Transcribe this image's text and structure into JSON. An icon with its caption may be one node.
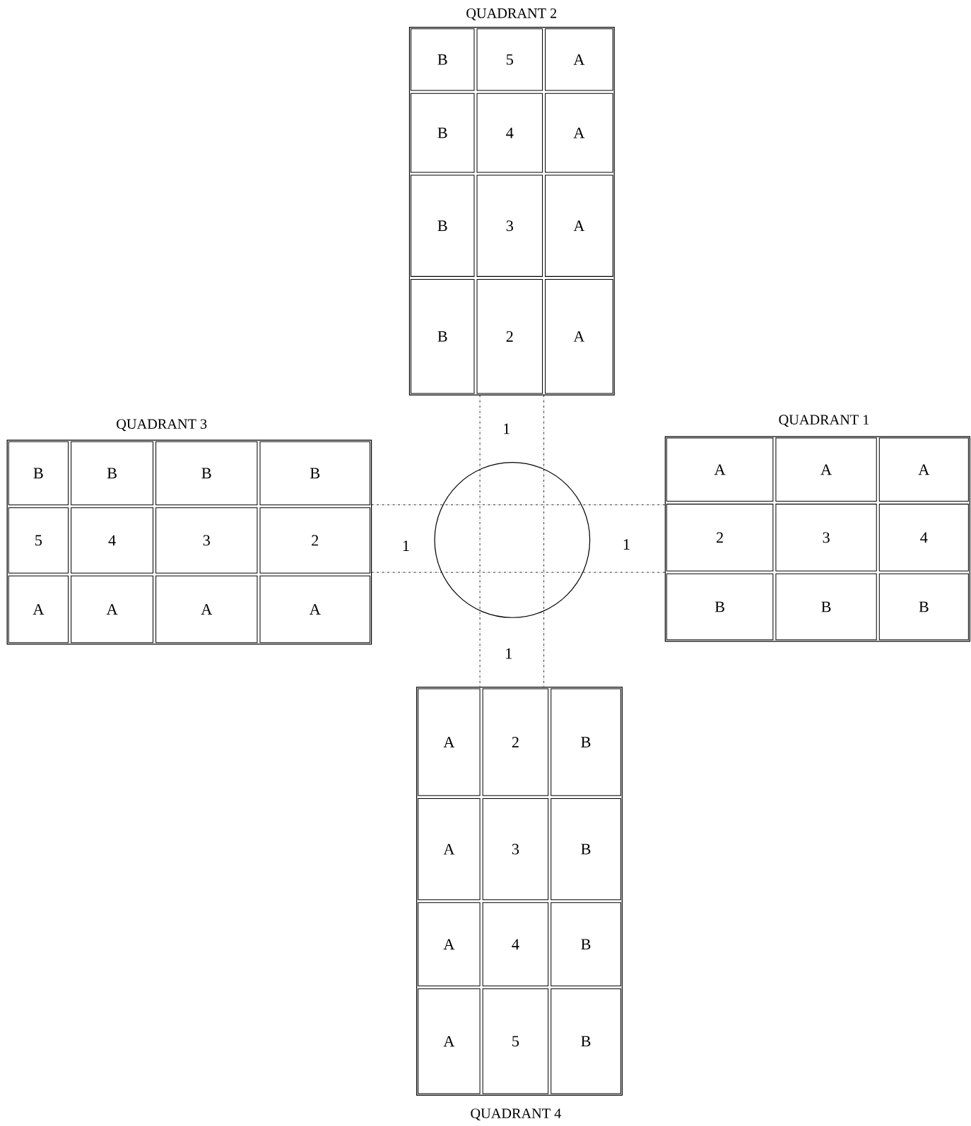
{
  "diagram": {
    "nodes": [
      {
        "text": [
          "QUADRANT 2"
        ]
      },
      {
        "text": [
          "B"
        ],
        "in": 0
      },
      {
        "text": [
          "5"
        ],
        "in": 0
      },
      {
        "text": [
          "A"
        ],
        "in": 0
      },
      {
        "text": [
          "B"
        ],
        "in": 0
      },
      {
        "text": [
          "4"
        ],
        "in": 0
      },
      {
        "text": [
          "A"
        ],
        "in": 0
      },
      {
        "text": [
          "B"
        ],
        "in": 0
      },
      {
        "text": [
          "3"
        ],
        "in": 0
      },
      {
        "text": [
          "A"
        ],
        "in": 0
      },
      {
        "text": [
          "B"
        ],
        "in": 0
      },
      {
        "text": [
          "2"
        ],
        "in": 0
      },
      {
        "text": [
          "A"
        ],
        "in": 0
      },
      {
        "text": [
          "QUADRANT 3"
        ]
      },
      {
        "text": [
          "B"
        ],
        "in": 13
      },
      {
        "text": [
          "B"
        ],
        "in": 13
      },
      {
        "text": [
          "B"
        ],
        "in": 13
      },
      {
        "text": [
          "B"
        ],
        "in": 13
      },
      {
        "text": [
          "5"
        ],
        "in": 13
      },
      {
        "text": [
          "4"
        ],
        "in": 13
      },
      {
        "text": [
          "3"
        ],
        "in": 13
      },
      {
        "text": [
          "2"
        ],
        "in": 13
      },
      {
        "text": [
          "A"
        ],
        "in": 13
      },
      {
        "text": [
          "A"
        ],
        "in": 13
      },
      {
        "text": [
          "A"
        ],
        "in": 13
      },
      {
        "text": [
          "A"
        ],
        "in": 13
      },
      {
        "text": [
          "QUADRANT 1"
        ]
      },
      {
        "text": [
          "A"
        ],
        "in": 26
      },
      {
        "text": [
          "A"
        ],
        "in": 26
      },
      {
        "text": [
          "A"
        ],
        "in": 26
      },
      {
        "text": [
          "2"
        ],
        "in": 26
      },
      {
        "text": [
          "3"
        ],
        "in": 26
      },
      {
        "text": [
          "4"
        ],
        "in": 26
      },
      {
        "text": [
          "B"
        ],
        "in": 26
      },
      {
        "text": [
          "B"
        ],
        "in": 26
      },
      {
        "text": [
          "B"
        ],
        "in": 26
      },
      {
        "text": [],
        "shape": "circle"
      },
      {
        "text": [
          "QUADRANT 4"
        ]
      },
      {
        "text": [
          "A"
        ],
        "in": 37
      },
      {
        "text": [
          "2"
        ],
        "in": 37
      },
      {
        "text": [
          "B"
        ],
        "in": 37
      },
      {
        "text": [
          "A"
        ],
        "in": 37
      },
      {
        "text": [
          "3"
        ],
        "in": 37
      },
      {
        "text": [
          "B"
        ],
        "in": 37
      },
      {
        "text": [
          "A"
        ],
        "in": 37
      },
      {
        "text": [
          "4"
        ],
        "in": 37
      },
      {
        "text": [
          "B"
        ],
        "in": 37
      },
      {
        "text": [
          "A"
        ],
        "in": 37
      },
      {
        "text": [
          "5"
        ],
        "in": 37
      },
      {
        "text": [
          "B"
        ],
        "in": 37
      }
    ],
    "labels": [
      "1",
      "1",
      "1",
      "1"
    ]
  }
}
